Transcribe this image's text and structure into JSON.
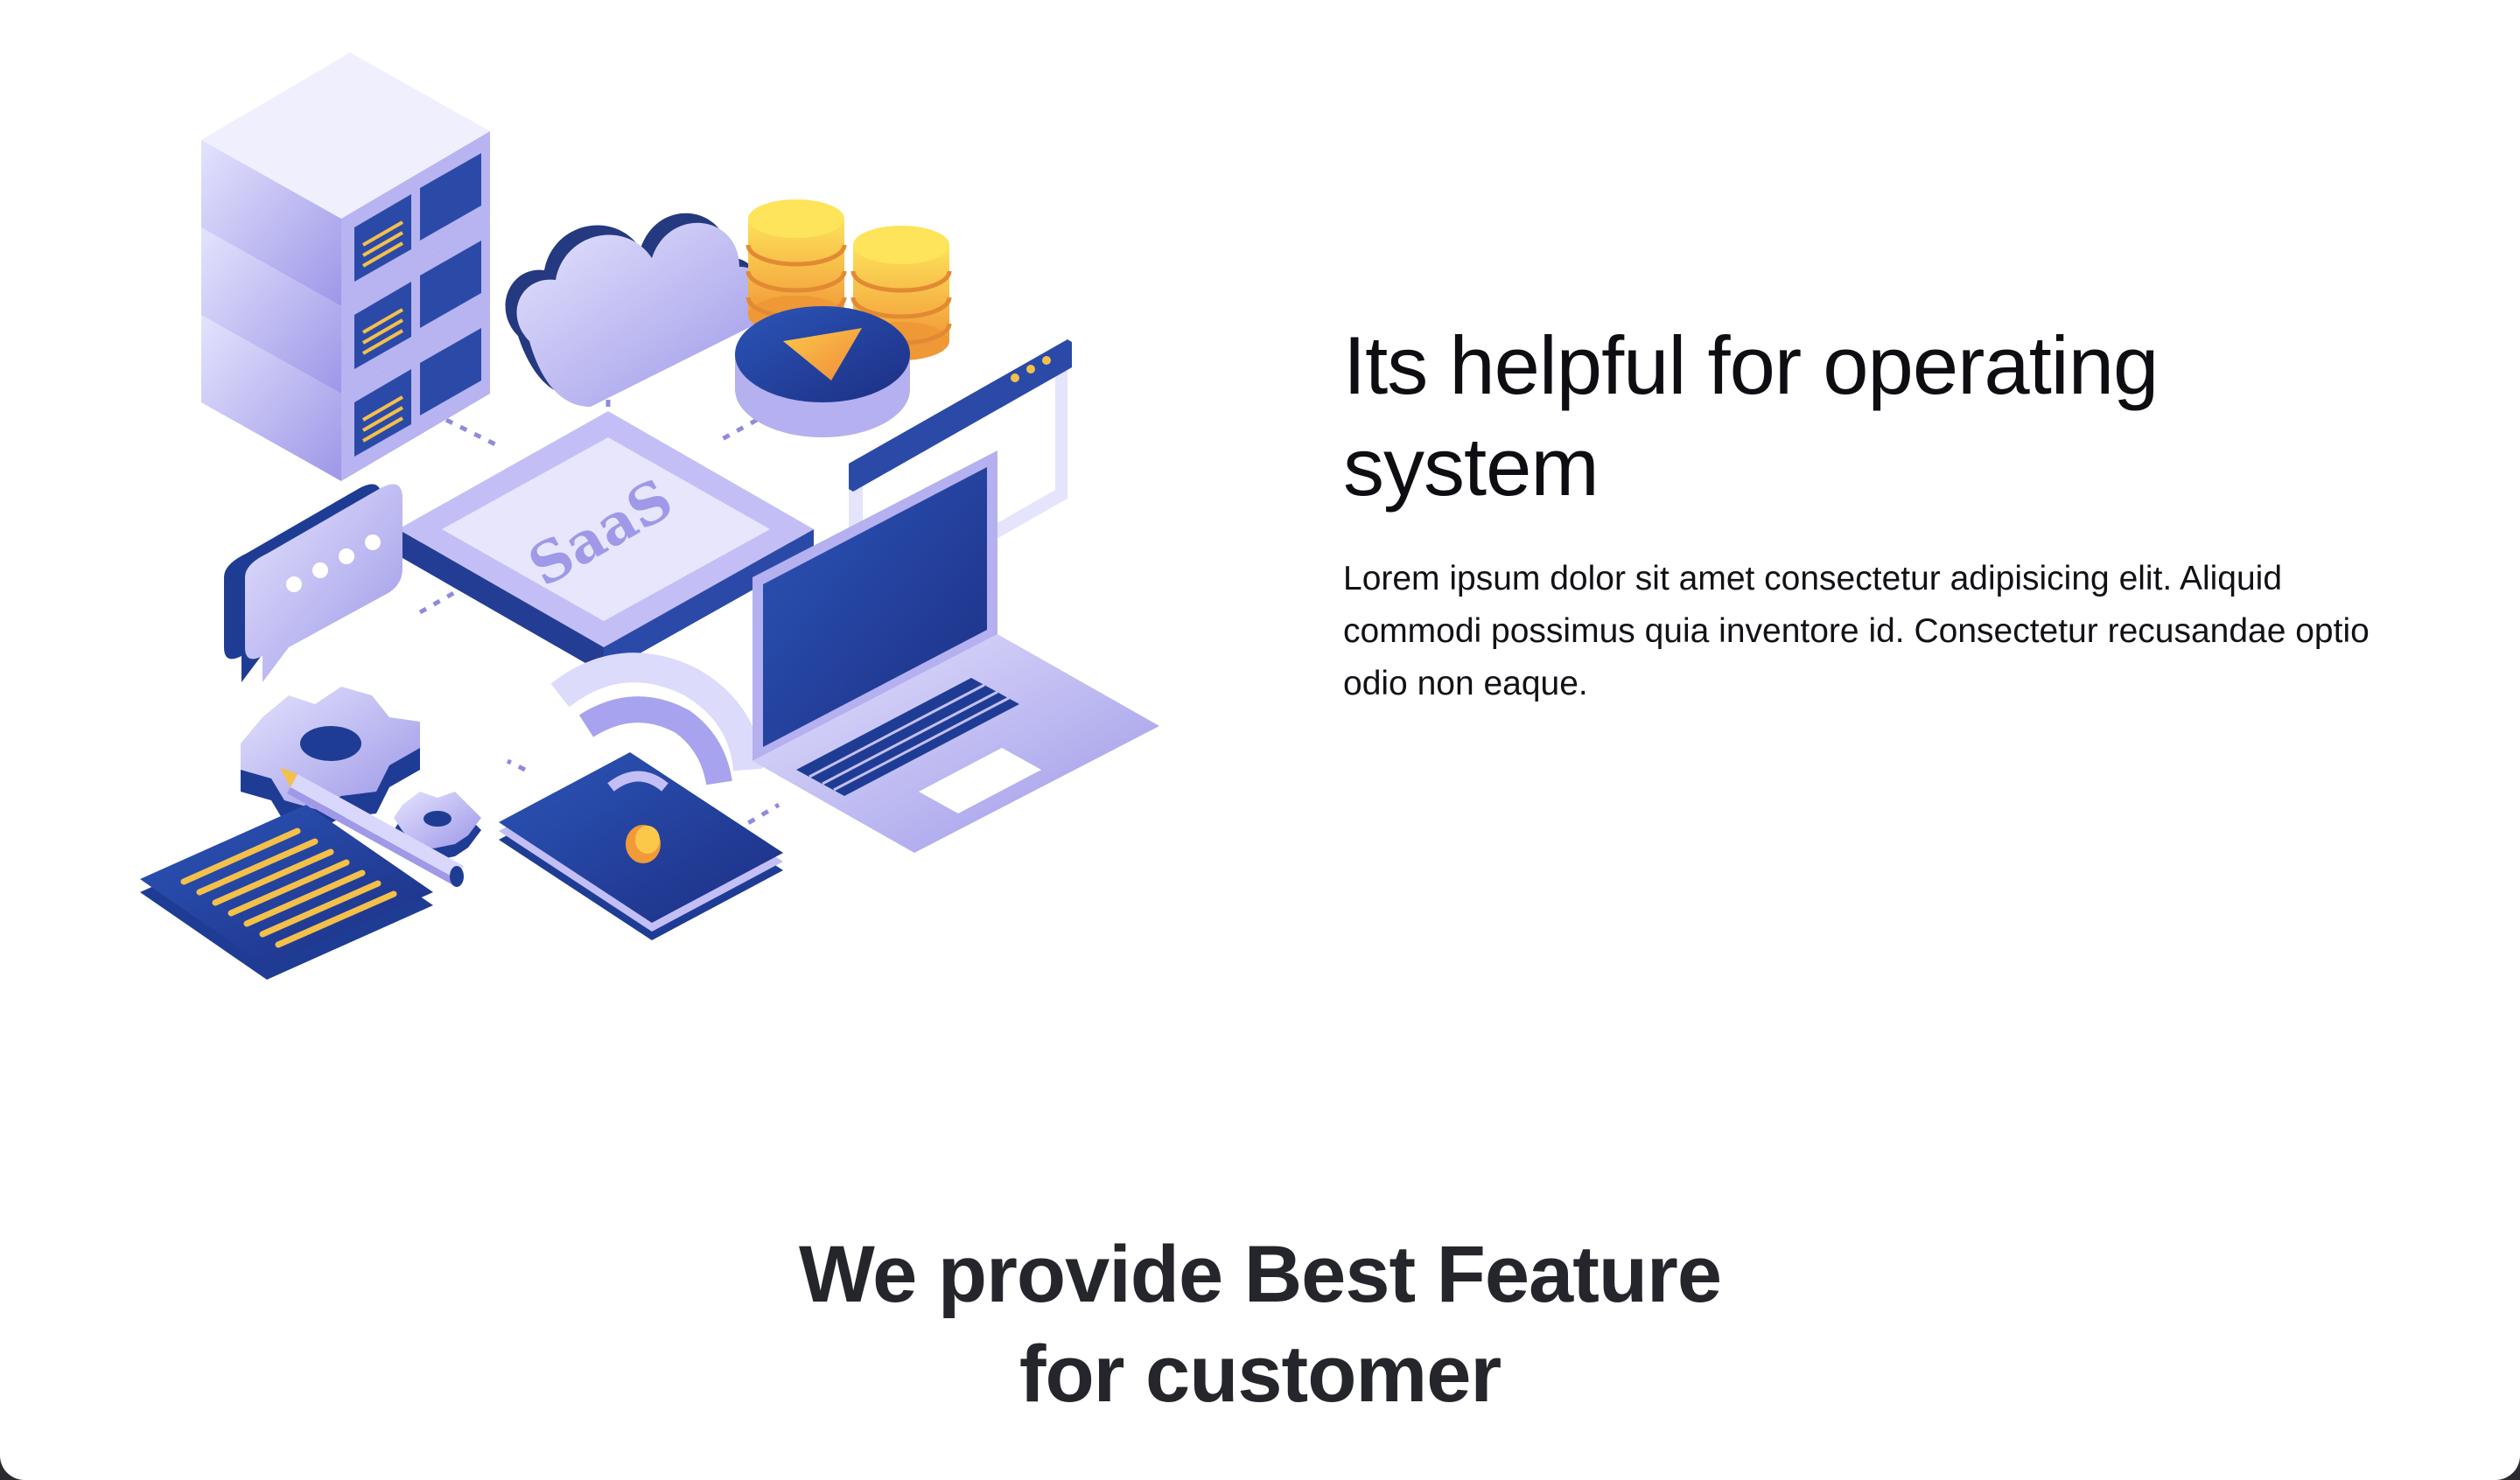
{
  "feature": {
    "title": "Its helpful for operating system",
    "description": "Lorem ipsum dolor sit amet consectetur adipisicing elit. Aliquid commodi possimus quia inventore id. Consectetur recusandae optio odio non eaque."
  },
  "illustration": {
    "chip_label": "SaaS",
    "icons": [
      "server-stack-icon",
      "cloud-icon",
      "coin-stack-icon",
      "play-button-icon",
      "browser-window-icon",
      "chat-bubble-icon",
      "gear-icon",
      "document-icon",
      "pencil-icon",
      "smartphone-wifi-icon",
      "laptop-icon"
    ]
  },
  "section": {
    "heading_line1": "We provide Best Feature",
    "heading_line2": "for customer"
  },
  "colors": {
    "navy": "#1f3c95",
    "lavender": "#a7a2ec",
    "light_lavender": "#dcdbfb",
    "orange": "#f2a23a",
    "yellow": "#f9d54a",
    "heading": "#25262b"
  }
}
